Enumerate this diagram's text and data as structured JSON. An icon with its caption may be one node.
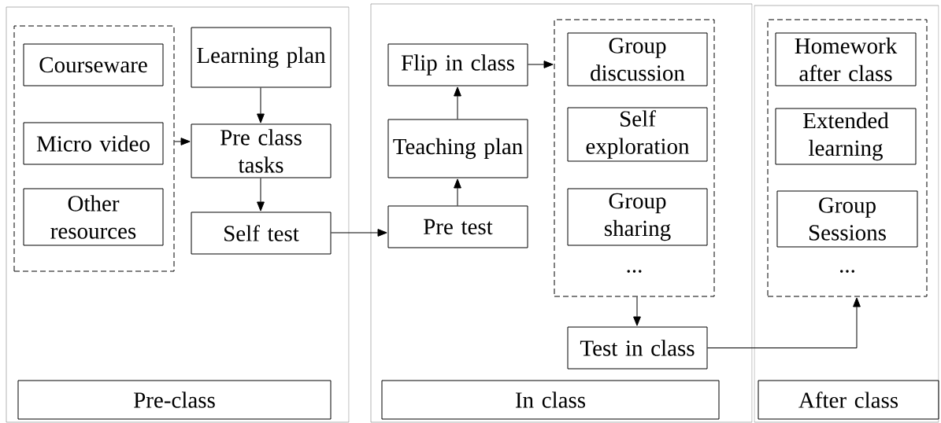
{
  "diagram": {
    "nodes": [
      {
        "text": [],
        "shape": "box"
      },
      {
        "text": [],
        "shape": "box",
        "in": 0
      },
      {
        "text": [
          "Courseware"
        ],
        "in": 1
      },
      {
        "text": [
          "Micro video"
        ],
        "in": 1
      },
      {
        "text": [
          "Other resources"
        ],
        "in": 1
      },
      {
        "text": [
          "Learning plan"
        ],
        "in": 0
      },
      {
        "text": [
          "Pre class tasks"
        ],
        "in": 0
      },
      {
        "text": [
          "Self test"
        ],
        "in": 0
      },
      {
        "text": [
          "Pre-class"
        ],
        "in": 0
      },
      {
        "text": [],
        "shape": "box"
      },
      {
        "text": [
          "Flip in class"
        ],
        "in": 9
      },
      {
        "text": [
          "..."
        ],
        "in": 9
      },
      {
        "text": [
          "Group discussion"
        ],
        "in": 11
      },
      {
        "text": [
          "Self exploration"
        ],
        "in": 11
      },
      {
        "text": [
          "Group sharing"
        ],
        "in": 11
      },
      {
        "text": [
          "Teaching plan"
        ],
        "in": 9
      },
      {
        "text": [
          "Pre test"
        ],
        "in": 9
      },
      {
        "text": [
          "Test in class"
        ],
        "in": 9
      },
      {
        "text": [
          "In class"
        ],
        "in": 9
      },
      {
        "text": [],
        "shape": "box"
      },
      {
        "text": [
          "..."
        ],
        "in": 19
      },
      {
        "text": [
          "Homework after class"
        ],
        "in": 20
      },
      {
        "text": [
          "Extended learning"
        ],
        "in": 20
      },
      {
        "text": [
          "Group Sessions"
        ],
        "in": 20
      },
      {
        "text": [
          "After class"
        ],
        "in": 19
      }
    ],
    "edges": [
      {
        "from": 1,
        "to": 6,
        "arrow": "to"
      },
      {
        "from": 5,
        "to": 6,
        "arrow": "to"
      },
      {
        "from": 6,
        "to": 7,
        "arrow": "to"
      },
      {
        "from": 7,
        "to": 16,
        "arrow": "to"
      },
      {
        "from": 16,
        "to": 15,
        "arrow": "to"
      },
      {
        "from": 15,
        "to": 10,
        "arrow": "to"
      },
      {
        "from": 10,
        "to": 11,
        "arrow": "to"
      },
      {
        "from": 11,
        "to": 17,
        "arrow": "to"
      },
      {
        "from": 17,
        "to": 20,
        "arrow": "to"
      }
    ]
  }
}
